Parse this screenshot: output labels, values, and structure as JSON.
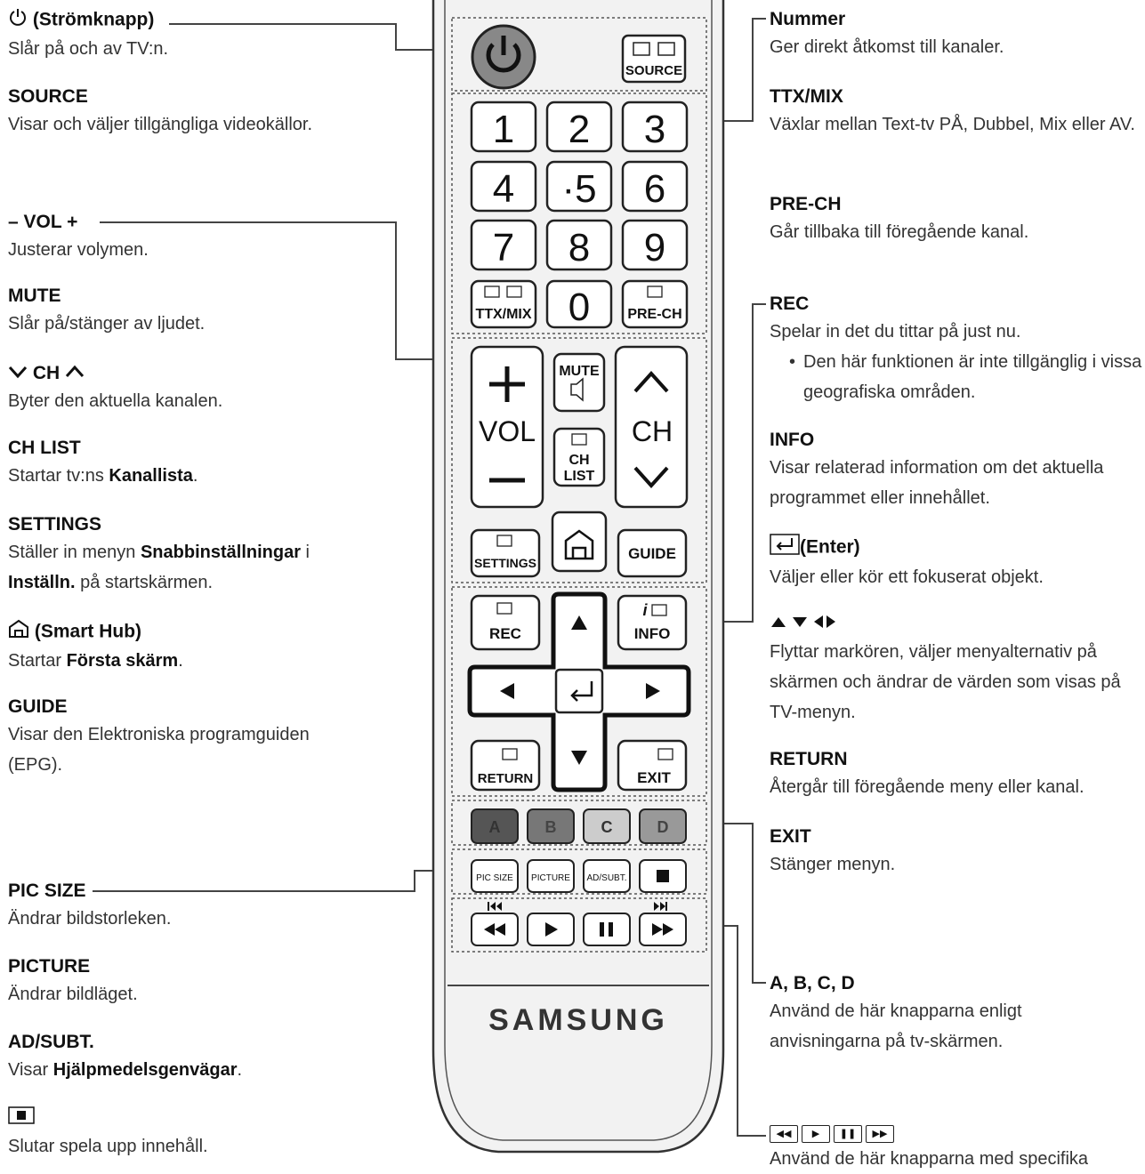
{
  "left": [
    {
      "title": "(Strömknapp)",
      "lines": [
        "Slår på och av TV:n."
      ]
    },
    {
      "title": "SOURCE",
      "lines": [
        "Visar och väljer tillgängliga videokällor."
      ]
    },
    {
      "title": "– VOL +",
      "lines": [
        "Justerar volymen."
      ]
    },
    {
      "title": "MUTE",
      "lines": [
        "Slår på/stänger av ljudet."
      ]
    },
    {
      "title": "CH",
      "lines": [
        "Byter den aktuella kanalen."
      ]
    },
    {
      "title": "CH LIST",
      "pre": "Startar tv:ns ",
      "bold": "Kanallista",
      "post": "."
    },
    {
      "title": "SETTINGS",
      "pre": "Ställer in menyn ",
      "bold": "Snabbinställningar",
      "mid": " i ",
      "bold2": "Inställn.",
      "post": " på startskärmen."
    },
    {
      "title": "(Smart Hub)",
      "pre": "Startar ",
      "bold": "Första skärm",
      "post": "."
    },
    {
      "title": "GUIDE",
      "lines": [
        "Visar den Elektroniska programguiden (EPG)."
      ]
    },
    {
      "title": "PIC SIZE",
      "lines": [
        "Ändrar bildstorleken."
      ]
    },
    {
      "title": "PICTURE",
      "lines": [
        "Ändrar bildläget."
      ]
    },
    {
      "title": "AD/SUBT.",
      "pre": "Visar ",
      "bold": "Hjälpmedelsgenvägar",
      "post": "."
    },
    {
      "title": "",
      "lines": [
        "Slutar spela upp innehåll."
      ]
    }
  ],
  "right": [
    {
      "title": "Nummer",
      "lines": [
        "Ger direkt åtkomst till kanaler."
      ]
    },
    {
      "title": "TTX/MIX",
      "lines": [
        "Växlar mellan Text-tv PÅ, Dubbel, Mix eller AV."
      ]
    },
    {
      "title": "PRE-CH",
      "lines": [
        "Går tillbaka till föregående kanal."
      ]
    },
    {
      "title": "REC",
      "lines": [
        "Spelar in det du tittar på just nu."
      ],
      "bullet": "Den här funktionen är inte tillgänglig i vissa geografiska områden."
    },
    {
      "title": "INFO",
      "lines": [
        "Visar relaterad information om det aktuella programmet eller innehållet."
      ]
    },
    {
      "title": "(Enter)",
      "lines": [
        "Väljer eller kör ett fokuserat objekt."
      ]
    },
    {
      "title": "",
      "lines": [
        "Flyttar markören, väljer menyalternativ på skärmen och ändrar de värden som visas på TV-menyn."
      ]
    },
    {
      "title": "RETURN",
      "lines": [
        "Återgår till föregående meny eller kanal."
      ]
    },
    {
      "title": "EXIT",
      "lines": [
        "Stänger menyn."
      ]
    },
    {
      "title": "A, B, C, D",
      "lines": [
        "Använd de här knapparna enligt anvisningarna på tv-skärmen."
      ]
    },
    {
      "title": "",
      "lines": [
        "Använd de här knapparna med specifika"
      ]
    }
  ],
  "remote": {
    "source": "SOURCE",
    "digits": [
      "1",
      "2",
      "3",
      "4",
      "·5",
      "6",
      "7",
      "8",
      "9"
    ],
    "ttx": "TTX/MIX",
    "zero": "0",
    "prech": "PRE-CH",
    "vol": "VOL",
    "mute": "MUTE",
    "ch": "CH",
    "chlist_1": "CH",
    "chlist_2": "LIST",
    "settings": "SETTINGS",
    "guide": "GUIDE",
    "rec": "REC",
    "info": "INFO",
    "return": "RETURN",
    "exit": "EXIT",
    "colors": [
      "A",
      "B",
      "C",
      "D"
    ],
    "picsize": "PIC SIZE",
    "picture": "PICTURE",
    "adsubt": "AD/SUBT.",
    "brand": "SAMSUNG"
  }
}
